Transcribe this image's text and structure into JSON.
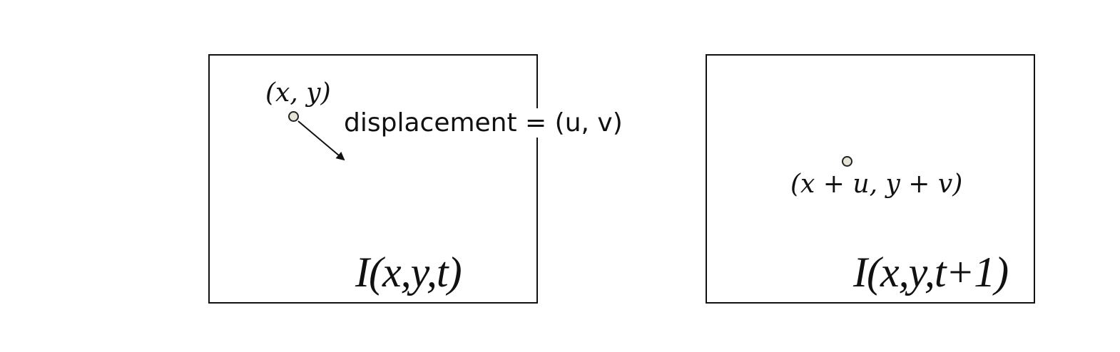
{
  "frames": {
    "current": {
      "title": "I(x,y,t)",
      "point_label": "(x, y)"
    },
    "next": {
      "title": "I(x,y,t+1)",
      "point_label": "(x + u, y + v)"
    }
  },
  "displacement": {
    "label": "displacement = (u, v)"
  },
  "colors": {
    "stroke": "#111111",
    "point_fill": "#e6e4d6",
    "background": "#ffffff"
  }
}
